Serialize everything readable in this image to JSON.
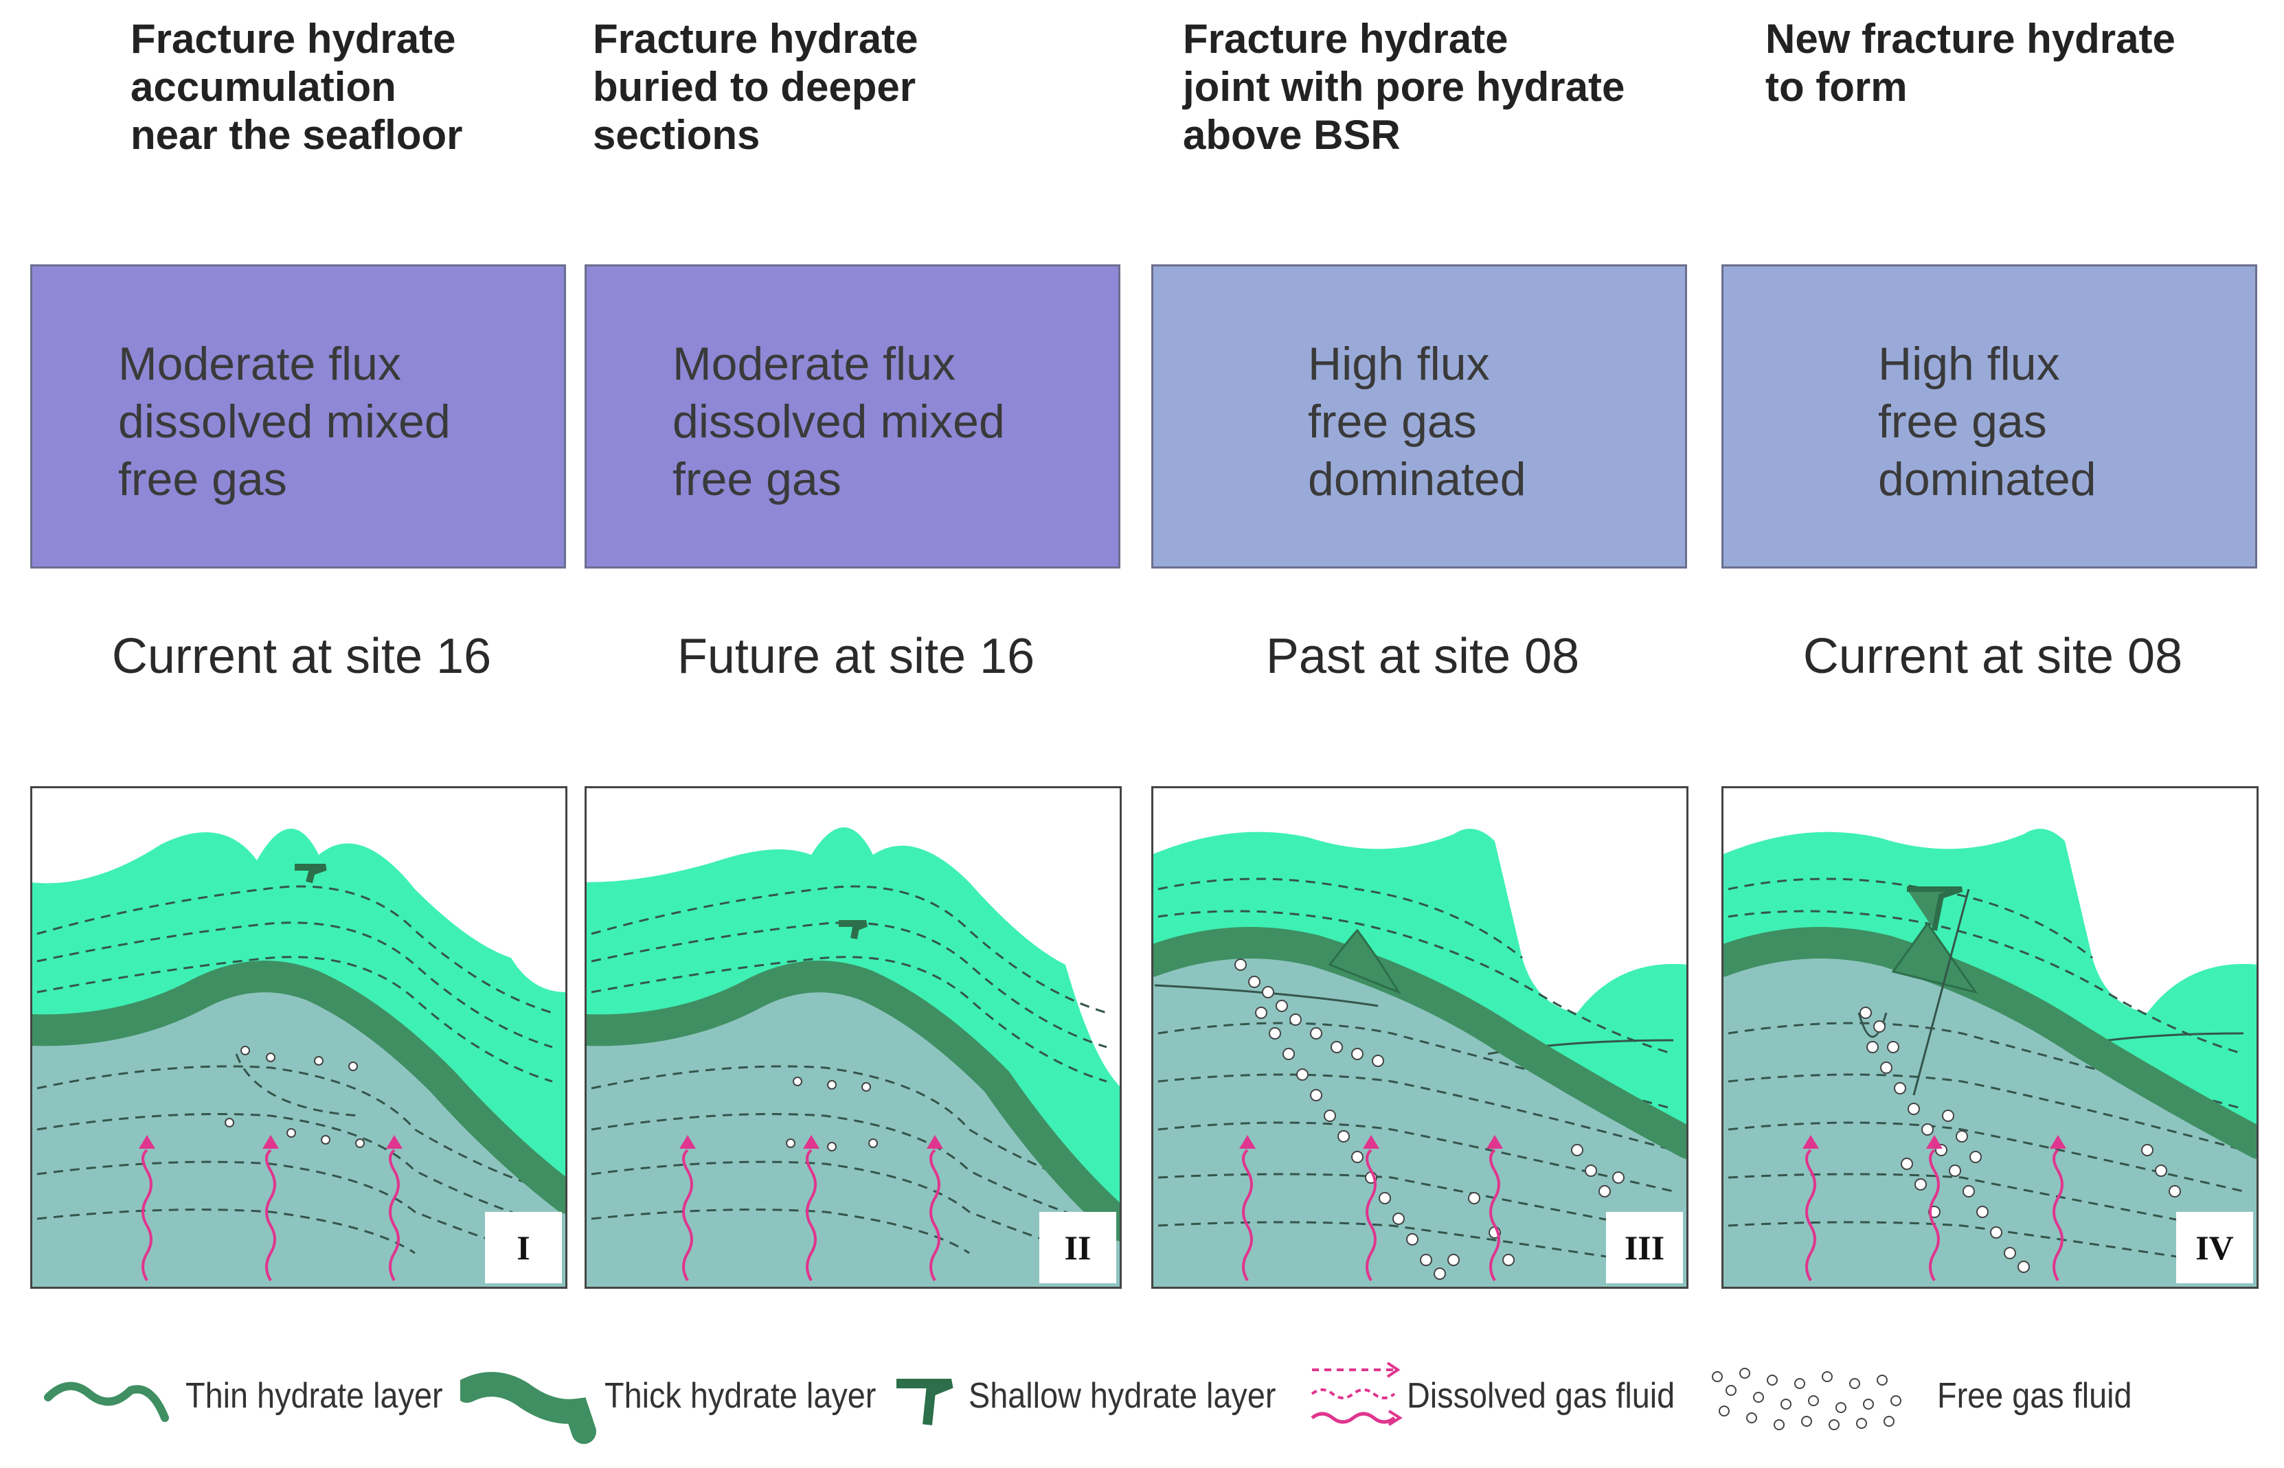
{
  "columns": [
    {
      "heading": "Fracture hydrate\naccumulation\nnear the seafloor",
      "flux": "Moderate flux\ndissolved mixed\nfree gas",
      "flux_color": "#8f88d6",
      "timeline": "Current at site 16",
      "panel_label": "I"
    },
    {
      "heading": "Fracture hydrate\nburied to deeper sections",
      "flux": "Moderate flux\ndissolved mixed\nfree gas",
      "flux_color": "#8f88d6",
      "timeline": "Future at site 16",
      "panel_label": "II"
    },
    {
      "heading": "Fracture hydrate\njoint with pore hydrate\nabove BSR",
      "flux": "High flux\nfree gas\ndominated",
      "flux_color": "#9aaad8",
      "timeline": "Past at site 08",
      "panel_label": "III"
    },
    {
      "heading": "New fracture hydrate\nto form",
      "flux": "High flux\nfree gas\ndominated",
      "flux_color": "#9aaad8",
      "timeline": "Current at site 08",
      "panel_label": "IV"
    }
  ],
  "colors": {
    "upper_sediment": "#3ef0b4",
    "lower_sediment": "#8ec4c0",
    "hydrate": "#3f8f62",
    "dissolved_gas": "#e0358e"
  },
  "legend": {
    "thin_hydrate": "Thin hydrate layer",
    "thick_hydrate": "Thick hydrate layer",
    "shallow_hydrate": "Shallow hydrate layer",
    "dissolved_gas": "Dissolved gas fluid",
    "free_gas": "Free gas fluid"
  }
}
